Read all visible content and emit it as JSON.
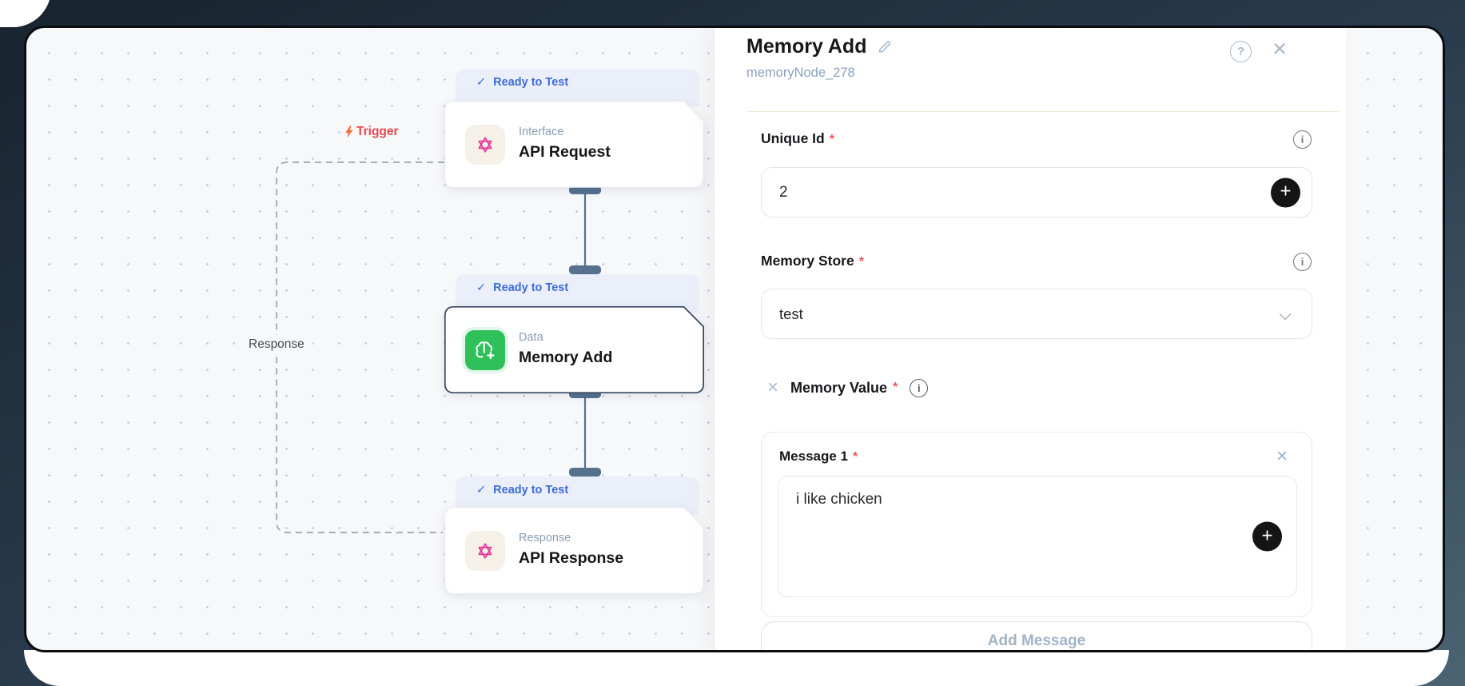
{
  "canvas": {
    "trigger_label": "Trigger",
    "response_edge_label": "Response",
    "badge_check": "✓",
    "nodes": [
      {
        "status": "Ready to Test",
        "category": "Interface",
        "title": "API Request"
      },
      {
        "status": "Ready to Test",
        "category": "Data",
        "title": "Memory Add",
        "selected": true
      },
      {
        "status": "Ready to Test",
        "category": "Response",
        "title": "API Response"
      }
    ]
  },
  "panel": {
    "title": "Memory Add",
    "node_id": "memoryNode_278",
    "help_glyph": "?",
    "close_glyph": "×",
    "remove_glyph": "×",
    "plus_glyph": "+",
    "info_glyph": "i",
    "required_mark": "*",
    "fields": {
      "unique_id": {
        "label": "Unique Id",
        "value": "2"
      },
      "memory_store": {
        "label": "Memory Store",
        "value": "test"
      },
      "memory_value": {
        "label": "Memory Value"
      },
      "message_1": {
        "label": "Message 1",
        "value": "i like chicken"
      }
    },
    "add_message_label": "Add Message"
  },
  "colors": {
    "accent_blue": "#3d6cd8",
    "accent_pink": "#e5399b",
    "accent_green": "#2fc05a",
    "trigger_red": "#e8484e",
    "danger_red": "#f4555a",
    "canvas_bg": "#f7f8fa",
    "panel_bg": "#ffffff"
  }
}
